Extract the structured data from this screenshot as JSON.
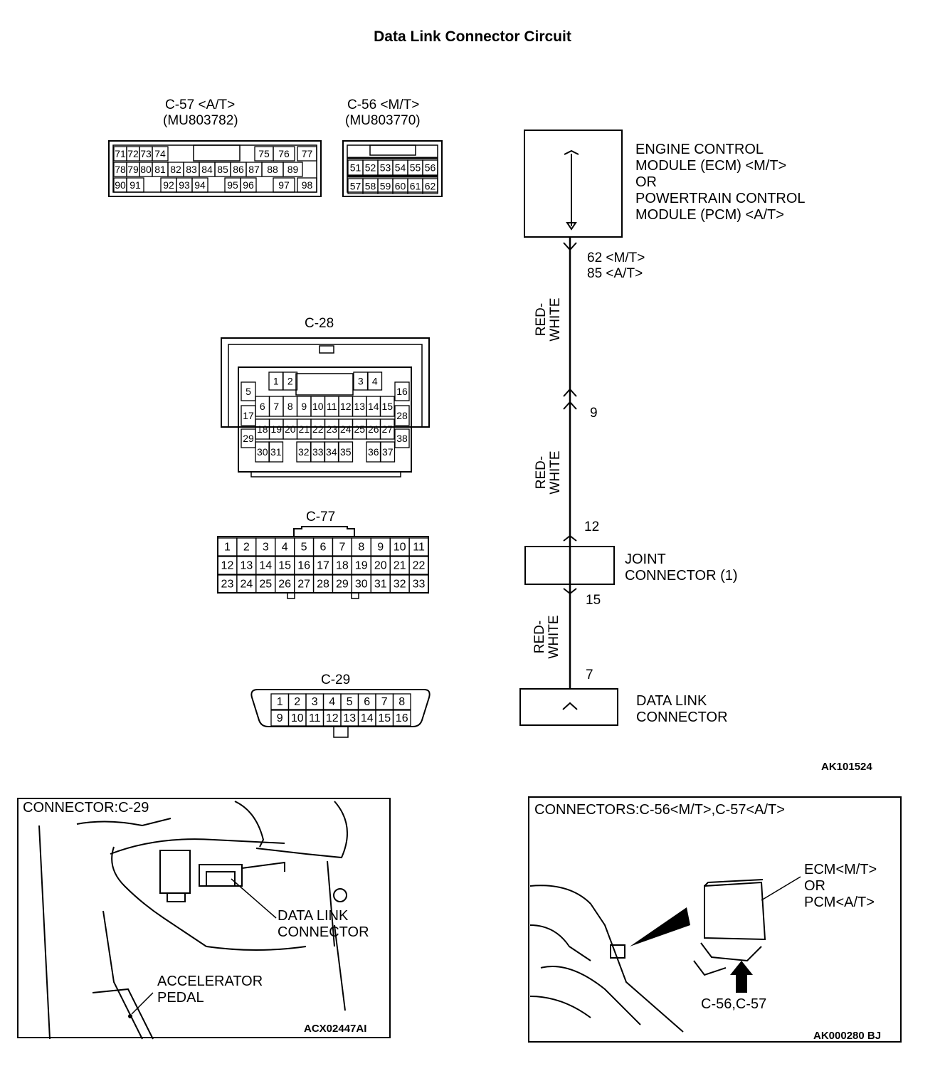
{
  "title": "Data Link Connector Circuit",
  "connectors": {
    "c57": {
      "name": "C-57 <A/T>",
      "part": "(MU803782)",
      "rows": [
        [
          "71",
          "72",
          "73",
          "74",
          "75",
          "76",
          "77"
        ],
        [
          "78",
          "79",
          "80",
          "81",
          "82",
          "83",
          "84",
          "85",
          "86",
          "87",
          "88",
          "89"
        ],
        [
          "90",
          "91",
          "92",
          "93",
          "94",
          "95",
          "96",
          "97",
          "98"
        ]
      ]
    },
    "c56": {
      "name": "C-56 <M/T>",
      "part": "(MU803770)",
      "rows": [
        [
          "51",
          "52",
          "53",
          "54",
          "55",
          "56"
        ],
        [
          "57",
          "58",
          "59",
          "60",
          "61",
          "62"
        ]
      ]
    },
    "c28": {
      "name": "C-28",
      "rows": [
        [
          "1",
          "2",
          "3",
          "4"
        ],
        [
          "5",
          "16"
        ],
        [
          "6",
          "7",
          "8",
          "9",
          "10",
          "11",
          "12",
          "13",
          "14",
          "15"
        ],
        [
          "17",
          "28"
        ],
        [
          "18",
          "19",
          "20",
          "21",
          "22",
          "23",
          "24",
          "25",
          "26",
          "27"
        ],
        [
          "29",
          "38"
        ],
        [
          "30",
          "31",
          "32",
          "33",
          "34",
          "35",
          "36",
          "37"
        ]
      ]
    },
    "c77": {
      "name": "C-77",
      "rows": [
        [
          "1",
          "2",
          "3",
          "4",
          "5",
          "6",
          "7",
          "8",
          "9",
          "10",
          "11"
        ],
        [
          "12",
          "13",
          "14",
          "15",
          "16",
          "17",
          "18",
          "19",
          "20",
          "21",
          "22"
        ],
        [
          "23",
          "24",
          "25",
          "26",
          "27",
          "28",
          "29",
          "30",
          "31",
          "32",
          "33"
        ]
      ]
    },
    "c29": {
      "name": "C-29",
      "rows": [
        [
          "1",
          "2",
          "3",
          "4",
          "5",
          "6",
          "7",
          "8"
        ],
        [
          "9",
          "10",
          "11",
          "12",
          "13",
          "14",
          "15",
          "16"
        ]
      ]
    }
  },
  "circuit": {
    "ecm_label": [
      "ENGINE CONTROL",
      "MODULE (ECM) <M/T>",
      "OR",
      "POWERTRAIN CONTROL",
      "MODULE (PCM) <A/T>"
    ],
    "ecm_pins": [
      "62 <M/T>",
      "85 <A/T>"
    ],
    "wire_color": [
      "RED-",
      "WHITE"
    ],
    "pin_9": "9",
    "pin_12": "12",
    "joint_label": [
      "JOINT",
      "CONNECTOR (1)"
    ],
    "pin_15": "15",
    "pin_7": "7",
    "dlc_label": [
      "DATA LINK",
      "CONNECTOR"
    ],
    "figure_code": "AK101524"
  },
  "inset_left": {
    "caption": "CONNECTOR:C-29",
    "dlc_label": [
      "DATA  LINK",
      "CONNECTOR"
    ],
    "pedal_label": [
      "ACCELERATOR",
      "PEDAL"
    ],
    "figure_code": "ACX02447AI"
  },
  "inset_right": {
    "caption": "CONNECTORS:C-56<M/T>,C-57<A/T>",
    "module_label": [
      "ECM<M/T>",
      "OR",
      "PCM<A/T>"
    ],
    "arrow_label": "C-56,C-57",
    "figure_code": "AK000280 BJ"
  }
}
